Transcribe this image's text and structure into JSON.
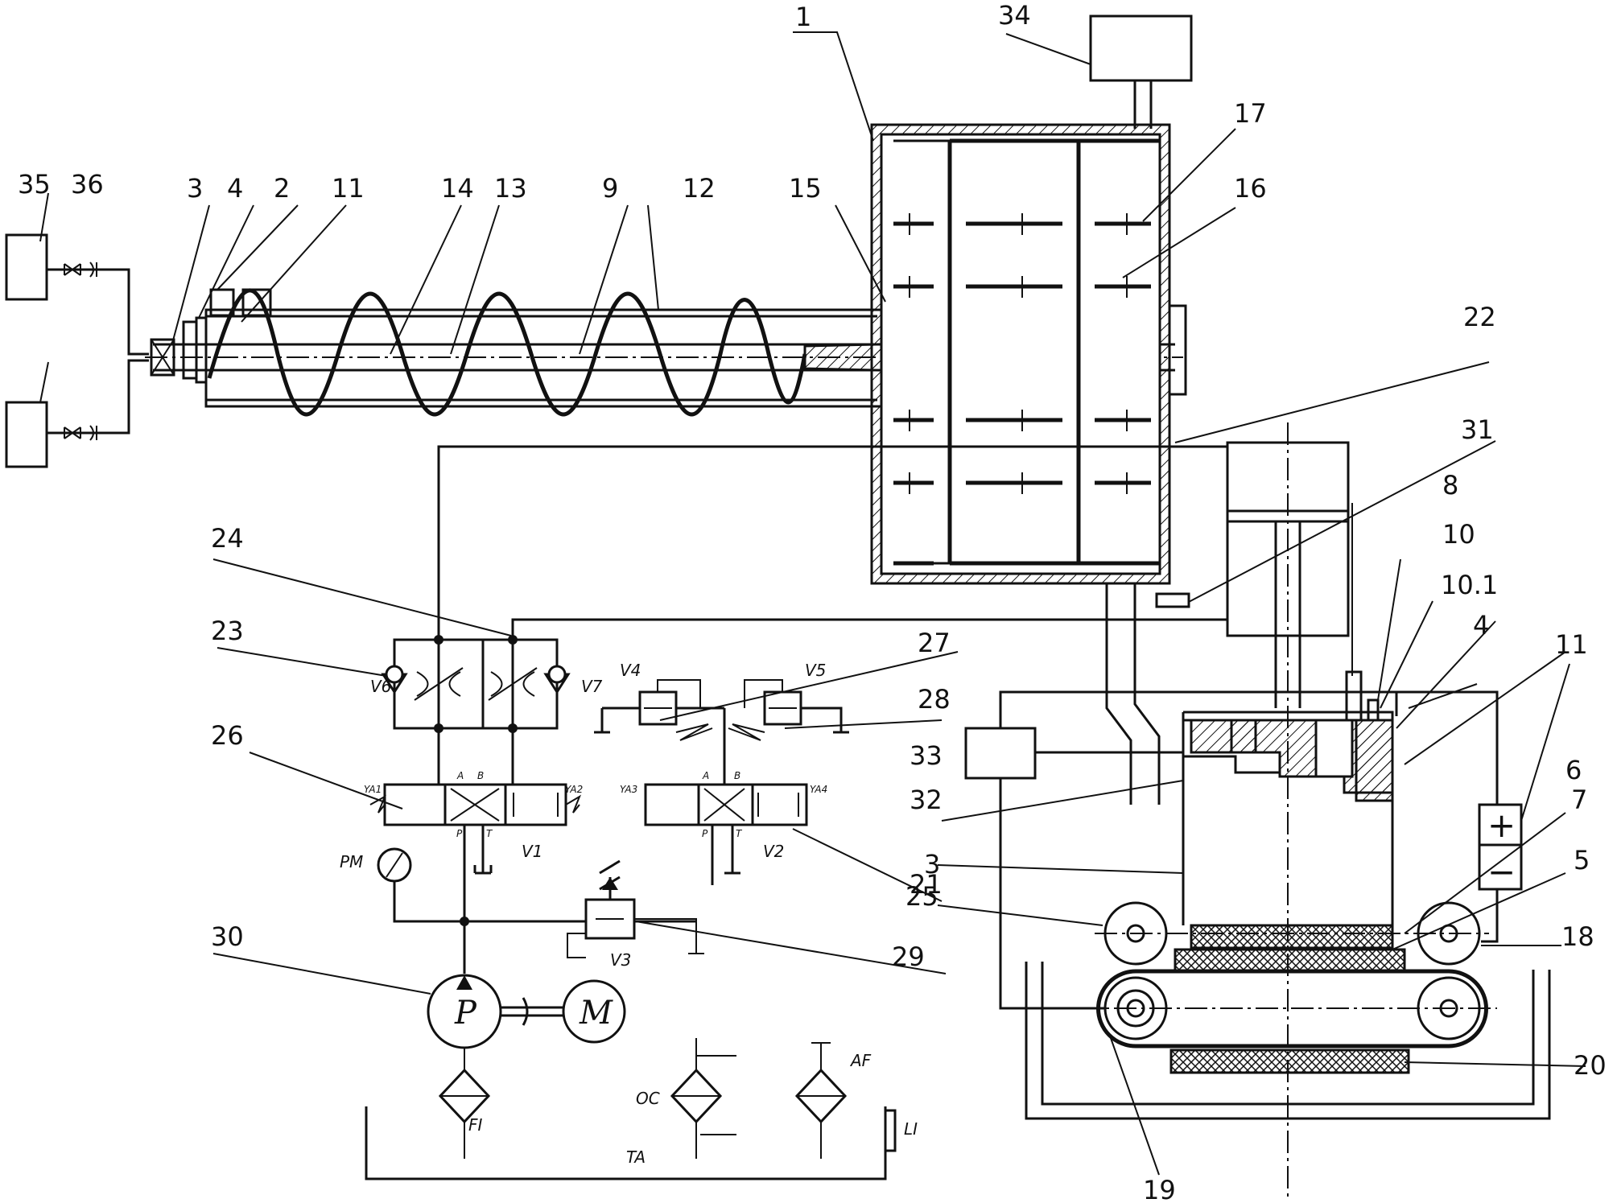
{
  "labels": {
    "n1": "1",
    "n2": "2",
    "n3": "3",
    "n4": "4",
    "n5": "5",
    "n6": "6",
    "n7": "7",
    "n8": "8",
    "n9": "9",
    "n10": "10",
    "n10_1": "10.1",
    "n11": "11",
    "n12": "12",
    "n13": "13",
    "n14": "14",
    "n15": "15",
    "n16": "16",
    "n17": "17",
    "n18": "18",
    "n19": "19",
    "n20": "20",
    "n21": "21",
    "n22": "22",
    "n23": "23",
    "n24": "24",
    "n25": "25",
    "n26": "26",
    "n27": "27",
    "n28": "28",
    "n29": "29",
    "n30": "30",
    "n31": "31",
    "n32": "32",
    "n33": "33",
    "n34": "34",
    "n35": "35",
    "n36": "36",
    "n3b": "3",
    "n4b": "4",
    "n11b": "11"
  },
  "hydraulic": {
    "V1": "V1",
    "V2": "V2",
    "V3": "V3",
    "V4": "V4",
    "V5": "V5",
    "V6": "V6",
    "V7": "V7",
    "YA1": "YA1",
    "YA2": "YA2",
    "YA3": "YA3",
    "YA4": "YA4",
    "PM": "PM",
    "P": "P",
    "M": "M",
    "FI": "FI",
    "OC": "OC",
    "AF": "AF",
    "TA": "TA",
    "LI": "LI",
    "portA": "A",
    "portB": "B",
    "portP": "P",
    "portT": "T"
  },
  "battery": {
    "plus": "+",
    "minus": "−"
  }
}
